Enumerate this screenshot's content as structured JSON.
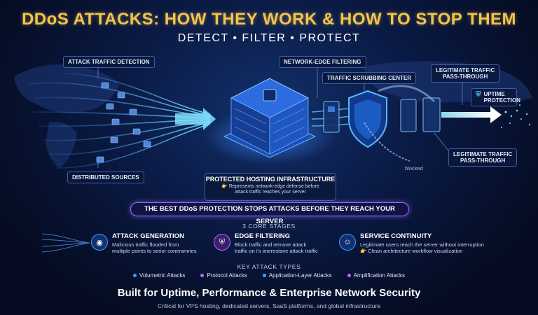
{
  "header": {
    "title": "DDoS ATTACKS: HOW THEY WORK & HOW TO STOP THEM",
    "subtitle": "DETECT • FILTER • PROTECT"
  },
  "diagram": {
    "labels": {
      "attack_traffic_detection": "ATTACK TRAFFIC DETECTION",
      "distributed_sources": "DISTRIBUTED SOURCES",
      "network_edge_filtering": "NETWORK-EDGE FILTERING",
      "traffic_scrubbing_center": "TRAFFIC SCRUBBING CENTER",
      "legit_top_1": "LEGITIMATE TRAFFIC",
      "legit_top_2": "PASS-THROUGH",
      "uptime_1": "UPTIME",
      "uptime_2": "PROTECTION",
      "legit_bottom_1": "LEGITIMATE TRAFFIC",
      "legit_bottom_2": "PASS-THROUGH",
      "blocked": "blocked"
    },
    "core": {
      "heading": "PROTECTED HOSTING INFRASTRUCTURE",
      "desc_1": "👉 Represents network-edge defense before",
      "desc_2": "attack traffic reaches your server"
    },
    "colors": {
      "attack_stream": "#5fd3ff",
      "shield": "#3aa0ff",
      "accent_gold": "#f2c44e",
      "banner_border": "#9a6bff"
    }
  },
  "banner": {
    "text": "THE BEST DDoS PROTECTION STOPS ATTACKS BEFORE THEY REACH YOUR SERVER"
  },
  "stages": {
    "title": "3 CORE STAGES",
    "items": [
      {
        "icon": "alarm-icon",
        "heading": "ATTACK GENERATION",
        "desc_1": "Malicious traffic flooded from",
        "desc_2": "multiple points to serior coneramries",
        "color": "#3aa0ff"
      },
      {
        "icon": "shield-icon",
        "heading": "EDGE FILTERING",
        "desc_1": "Block traffic and remove attack",
        "desc_2": "traffic on i's imerestave attack traffic",
        "color": "#b06bff"
      },
      {
        "icon": "users-icon",
        "heading": "SERVICE CONTINUITY",
        "desc_1": "Legitimate users reach the server without interruption",
        "desc_2": "👉 Clean architecture workflow visualization",
        "color": "#3aa0ff"
      }
    ]
  },
  "attack_types": {
    "title": "KEY ATTACK TYPES",
    "items": [
      {
        "label": "Volumetric Attacks",
        "color": "#3aa0ff"
      },
      {
        "label": "Protocol Attacks",
        "color": "#b06bff"
      },
      {
        "label": "Application-Layer Attacks",
        "color": "#3aa0ff"
      },
      {
        "label": "Amplification Attacks",
        "color": "#b06bff"
      }
    ]
  },
  "footer": {
    "title": "Built for Uptime, Performance & Enterprise Network Security",
    "subtitle": "Critical for VPS hosting, dedicated servers, SaaS platforms, and global infrastructure"
  }
}
